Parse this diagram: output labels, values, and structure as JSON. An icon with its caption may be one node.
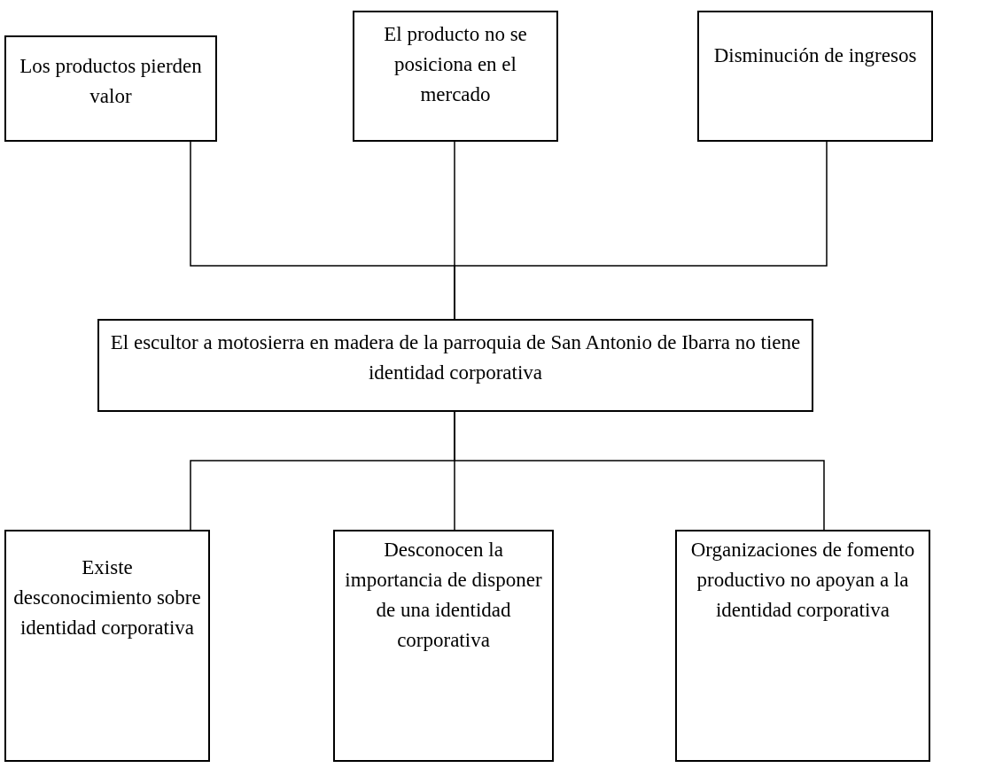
{
  "diagram": {
    "nodes": [
      {
        "text": [
          "Los productos pierden valor"
        ]
      },
      {
        "text": [
          "El producto no se posiciona en el mercado"
        ]
      },
      {
        "text": [
          "Disminución de ingresos"
        ]
      },
      {
        "text": [
          "El escultor a motosierra en madera de la parroquia de San Antonio de Ibarra no tiene identidad corporativa"
        ]
      },
      {
        "text": [
          "Existe desconocimiento sobre identidad corporativa"
        ]
      },
      {
        "text": [
          "Desconocen la importancia de disponer de una identidad corporativa"
        ]
      },
      {
        "text": [
          "Organizaciones de fomento productivo no apoyan a la identidad corporativa"
        ]
      }
    ],
    "edges": [
      {
        "from": 0,
        "to": 3,
        "arrow": "none"
      },
      {
        "from": 1,
        "to": 3,
        "arrow": "none"
      },
      {
        "from": 2,
        "to": 3,
        "arrow": "none"
      },
      {
        "from": 3,
        "to": 4,
        "arrow": "none"
      },
      {
        "from": 3,
        "to": 5,
        "arrow": "none"
      },
      {
        "from": 3,
        "to": 6,
        "arrow": "none"
      }
    ]
  }
}
